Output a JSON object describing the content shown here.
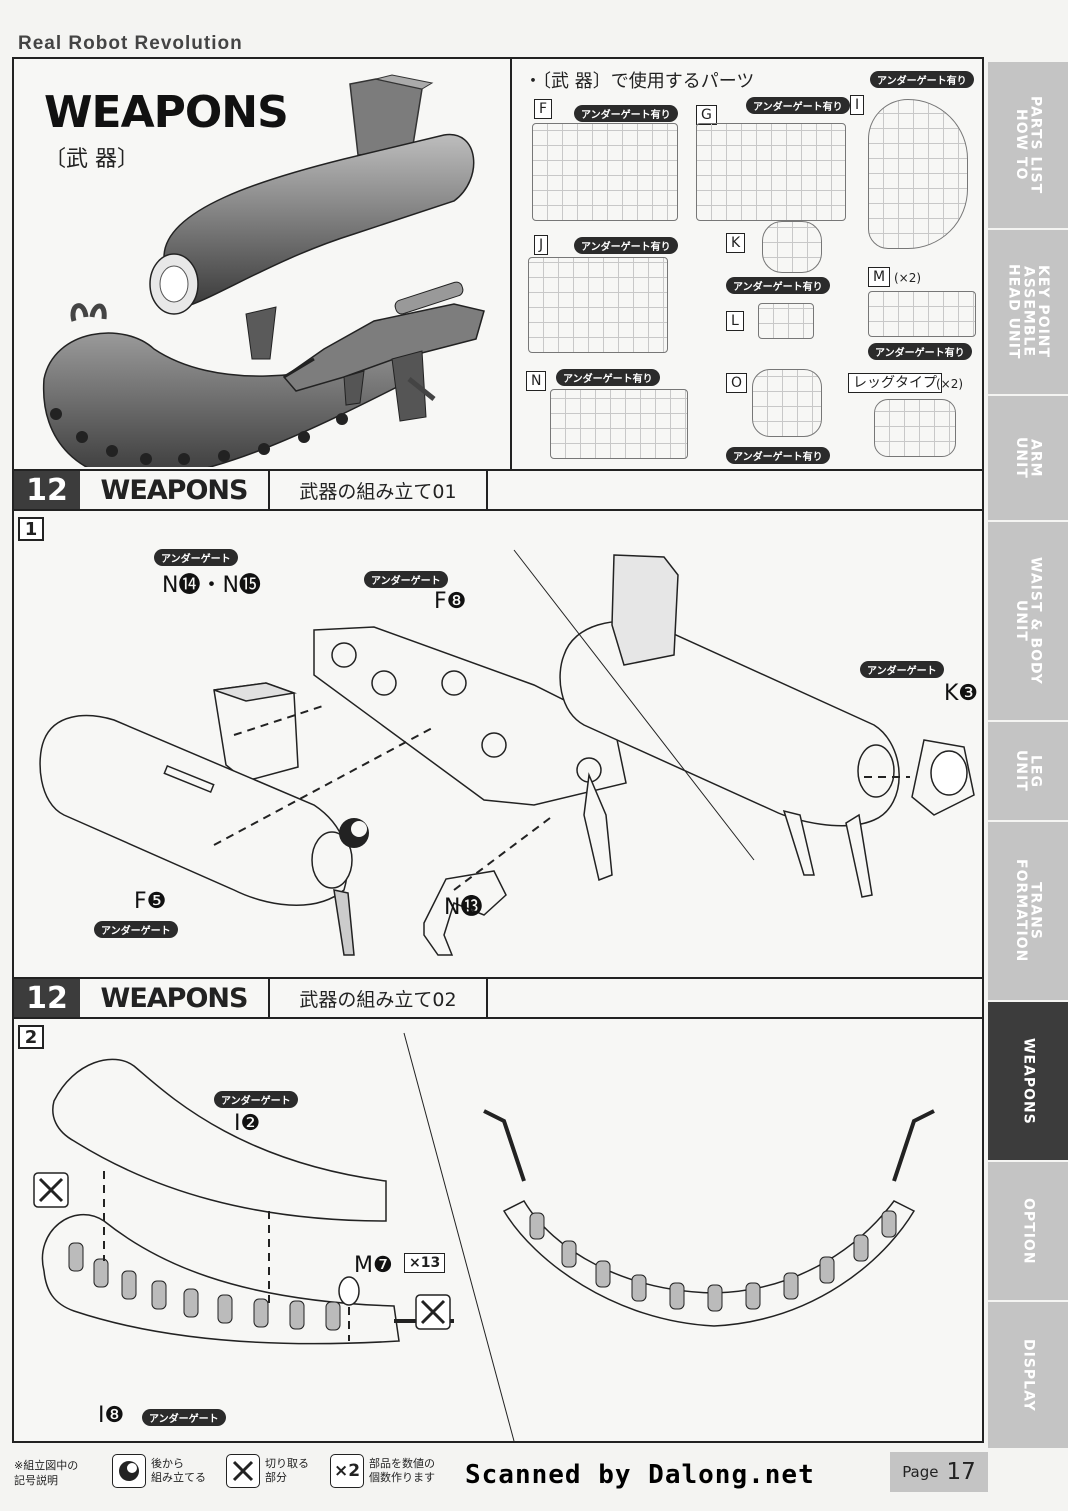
{
  "series": "Real Robot Revolution",
  "tabs": [
    {
      "label": "PARTS LIST\nHOW TO",
      "active": false
    },
    {
      "label": "KEY POINT\nASSEMBLE\nHEAD UNIT",
      "active": false
    },
    {
      "label": "ARM\nUNIT",
      "active": false
    },
    {
      "label": "WAIST & BODY\nUNIT",
      "active": false
    },
    {
      "label": "LEG\nUNIT",
      "active": false
    },
    {
      "label": "TRANS\nFORMATION",
      "active": false
    },
    {
      "label": "WEAPONS",
      "active": true
    },
    {
      "label": "OPTION",
      "active": false
    },
    {
      "label": "DISPLAY",
      "active": false
    }
  ],
  "hero": {
    "title": "WEAPONS",
    "subtitle": "〔武 器〕"
  },
  "parts_panel": {
    "title": "・〔武 器〕で使用するパーツ",
    "gate_label": "アンダーゲート有り",
    "runners": [
      {
        "id": "F",
        "gate": "アンダーゲート有り"
      },
      {
        "id": "G",
        "gate": "アンダーゲート有り"
      },
      {
        "id": "I",
        "gate": "アンダーゲート有り"
      },
      {
        "id": "J",
        "gate": "アンダーゲート有り"
      },
      {
        "id": "K",
        "gate": "アンダーゲート有り"
      },
      {
        "id": "M",
        "multiplier": "(×2)",
        "gate": "アンダーゲート有り"
      },
      {
        "id": "L",
        "gate": ""
      },
      {
        "id": "N",
        "gate": "アンダーゲート有り"
      },
      {
        "id": "O",
        "gate": "アンダーゲート有り"
      },
      {
        "id": "レッグタイプ",
        "multiplier": "(×2)",
        "gate": ""
      }
    ]
  },
  "steps": [
    {
      "number": "12",
      "name": "WEAPONS",
      "desc": "武器の組み立て01",
      "sub": "1",
      "labels": {
        "n14_15": "N⓮・N⓯",
        "f8": "F❽",
        "k3": "K❸",
        "f5": "F❺",
        "n13": "N⓭",
        "gate": "アンダーゲート"
      }
    },
    {
      "number": "12",
      "name": "WEAPONS",
      "desc": "武器の組み立て02",
      "sub": "2",
      "labels": {
        "i2": "I❷",
        "m7": "M❼",
        "x13": "×13",
        "i8": "I❽",
        "gate": "アンダーゲート"
      }
    }
  ],
  "footer": {
    "legend_title": "※組立図中の\n記号説明",
    "legend": [
      {
        "icon": "circle-icon",
        "text": "後から\n組み立てる"
      },
      {
        "icon": "cut-icon",
        "text": "切り取る\n部分"
      },
      {
        "icon": "×2",
        "text": "部品を数値の\n個数作ります"
      }
    ],
    "credit": "Scanned by Dalong.net",
    "page_word": "Page",
    "page_number": "17"
  }
}
